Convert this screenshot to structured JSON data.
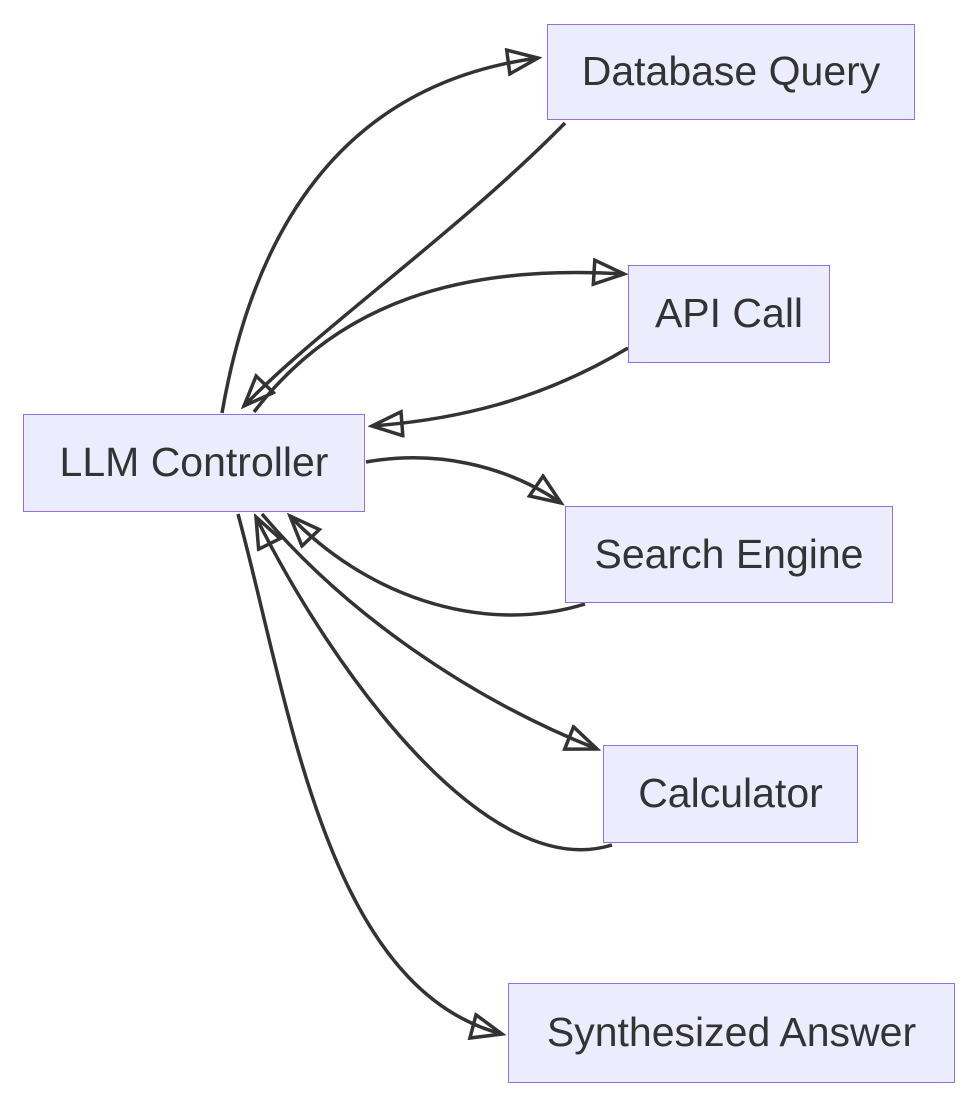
{
  "diagram": {
    "type": "flowchart",
    "direction": "left-to-right",
    "nodes": {
      "llm": {
        "label": "LLM Controller"
      },
      "database": {
        "label": "Database Query"
      },
      "api": {
        "label": "API Call"
      },
      "search": {
        "label": "Search Engine"
      },
      "calculator": {
        "label": "Calculator"
      },
      "answer": {
        "label": "Synthesized Answer"
      }
    },
    "edges": [
      {
        "from": "LLM Controller",
        "to": "Database Query"
      },
      {
        "from": "Database Query",
        "to": "LLM Controller"
      },
      {
        "from": "LLM Controller",
        "to": "API Call"
      },
      {
        "from": "API Call",
        "to": "LLM Controller"
      },
      {
        "from": "LLM Controller",
        "to": "Search Engine"
      },
      {
        "from": "Search Engine",
        "to": "LLM Controller"
      },
      {
        "from": "LLM Controller",
        "to": "Calculator"
      },
      {
        "from": "Calculator",
        "to": "LLM Controller"
      },
      {
        "from": "LLM Controller",
        "to": "Synthesized Answer"
      }
    ],
    "colors": {
      "node_fill": "#ECECFF",
      "node_border": "#9370DB",
      "edge_stroke": "#333333",
      "text": "#333333",
      "background": "#FFFFFF"
    }
  }
}
